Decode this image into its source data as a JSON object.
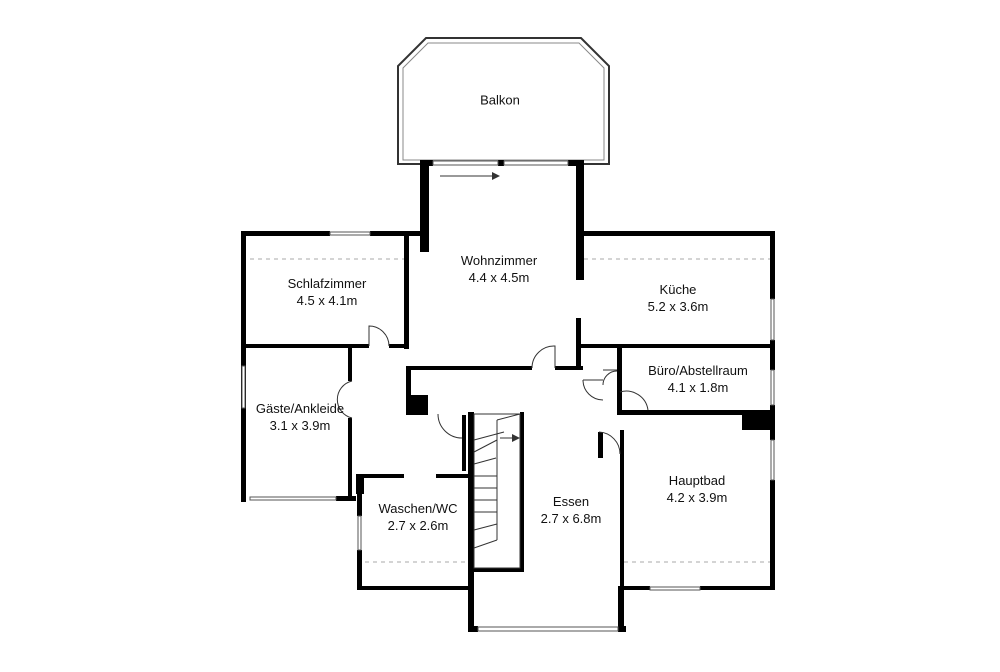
{
  "rooms": [
    {
      "name": "Balkon",
      "size": ""
    },
    {
      "name": "Wohnzimmer",
      "size": "4.4 x 4.5m"
    },
    {
      "name": "Schlafzimmer",
      "size": "4.5 x 4.1m"
    },
    {
      "name": "Küche",
      "size": "5.2 x 3.6m"
    },
    {
      "name": "Büro/Abstellraum",
      "size": "4.1 x 1.8m"
    },
    {
      "name": "Gäste/Ankleide",
      "size": "3.1 x 3.9m"
    },
    {
      "name": "Hauptbad",
      "size": "4.2 x 3.9m"
    },
    {
      "name": "Waschen/WC",
      "size": "2.7 x 2.6m"
    },
    {
      "name": "Essen",
      "size": "2.7 x 6.8m"
    }
  ]
}
